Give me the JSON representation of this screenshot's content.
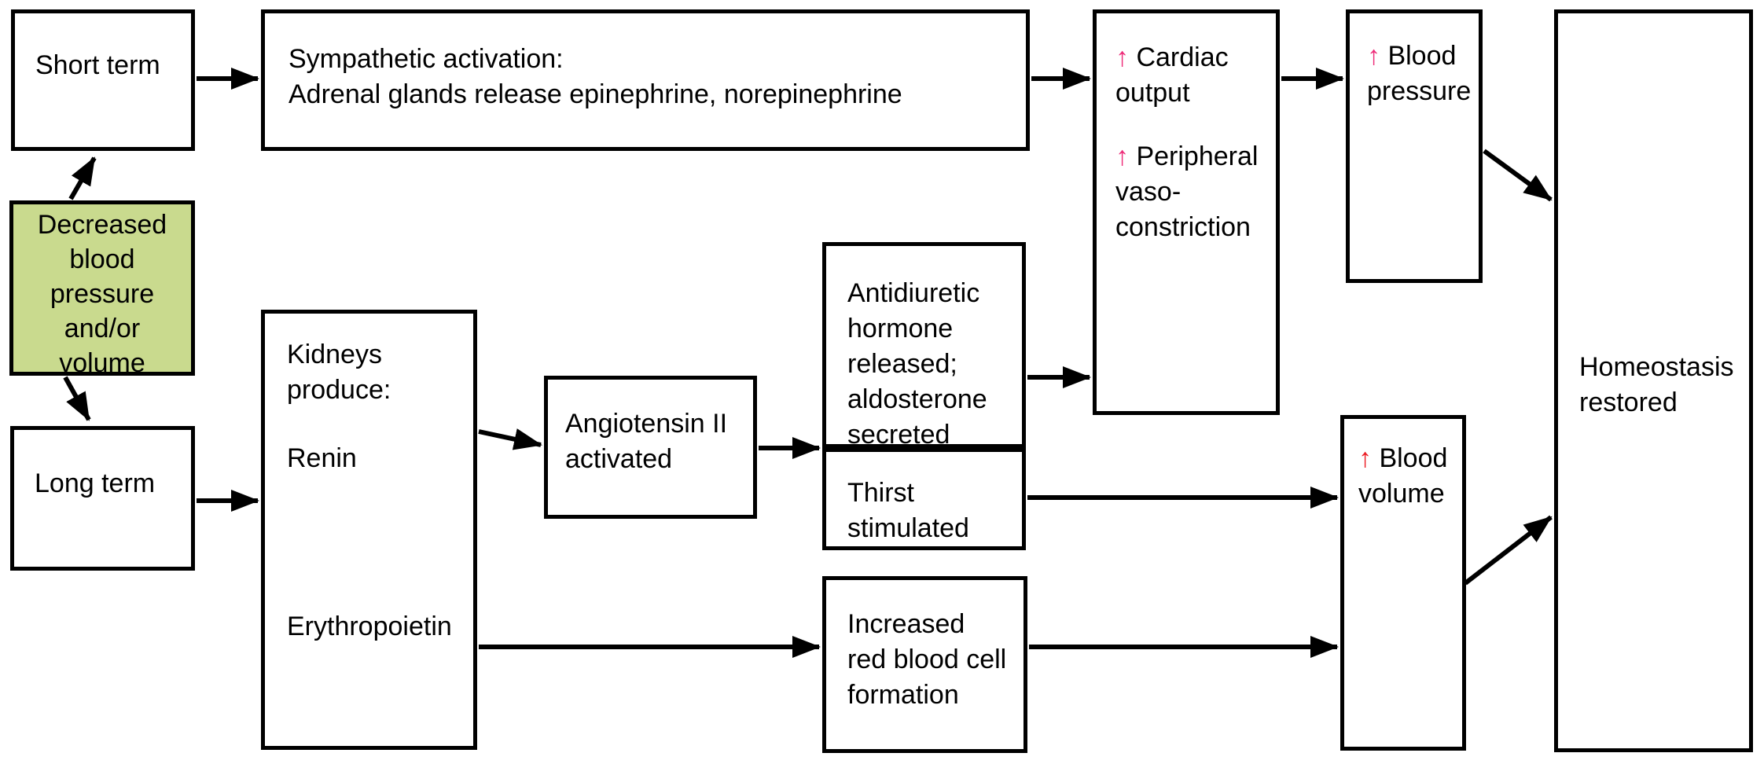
{
  "diagram": {
    "background": "#ffffff",
    "colors": {
      "box_border": "#000000",
      "highlight_fill": "#c9da8e",
      "increase_pink": "#ed2b78",
      "increase_red": "#ec1c24"
    },
    "nodes": {
      "short_term": {
        "label": "Short term"
      },
      "trigger": {
        "label": "Decreased blood pressure and/or volume",
        "fill": "#c9da8e"
      },
      "long_term": {
        "label": "Long term"
      },
      "sympathetic": {
        "line1": "Sympathetic activation:",
        "line2": "Adrenal glands release epinephrine, norepinephrine"
      },
      "kidneys": {
        "heading": "Kidneys produce:",
        "hormone1": "Renin",
        "hormone2": "Erythropoietin"
      },
      "angiotensin": {
        "label": "Angiotensin II activated"
      },
      "adh": {
        "label": "Antidiuretic hormone released; aldosterone secreted"
      },
      "thirst": {
        "label": "Thirst stimulated"
      },
      "rbc": {
        "label": "Increased red blood cell formation"
      },
      "cardiac": {
        "up_arrow_glyph": "↑",
        "up_arrow_color": "#ed2b78",
        "item1": "Cardiac output",
        "item2": "Peripheral vaso-constriction"
      },
      "blood_pressure": {
        "up_arrow_glyph": "↑",
        "up_arrow_color": "#ed2b78",
        "label": "Blood pressure"
      },
      "blood_volume": {
        "up_arrow_glyph": "↑",
        "up_arrow_color": "#ec1c24",
        "label": "Blood volume"
      },
      "homeostasis": {
        "label": "Homeostasis restored"
      }
    }
  }
}
